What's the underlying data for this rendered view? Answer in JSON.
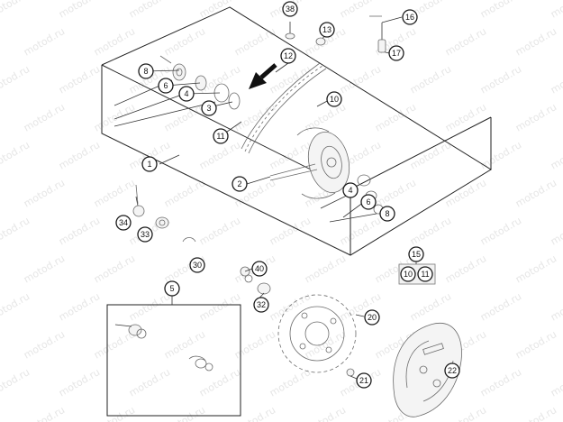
{
  "diagram": {
    "watermark_text": "motod.ru",
    "callouts": {
      "c38": "38",
      "c13": "13",
      "c16": "16",
      "c17": "17",
      "c12": "12",
      "c8a": "8",
      "c6a": "6",
      "c4a": "4",
      "c3": "3",
      "c11a": "11",
      "c10a": "10",
      "c1": "1",
      "c2": "2",
      "c4b": "4",
      "c6b": "6",
      "c8b": "8",
      "c34": "34",
      "c33": "33",
      "c15": "15",
      "c10b": "10",
      "c11b": "11",
      "c30": "30",
      "c40": "40",
      "c32": "32",
      "c5": "5",
      "c20": "20",
      "c21": "21",
      "c22": "22"
    }
  }
}
